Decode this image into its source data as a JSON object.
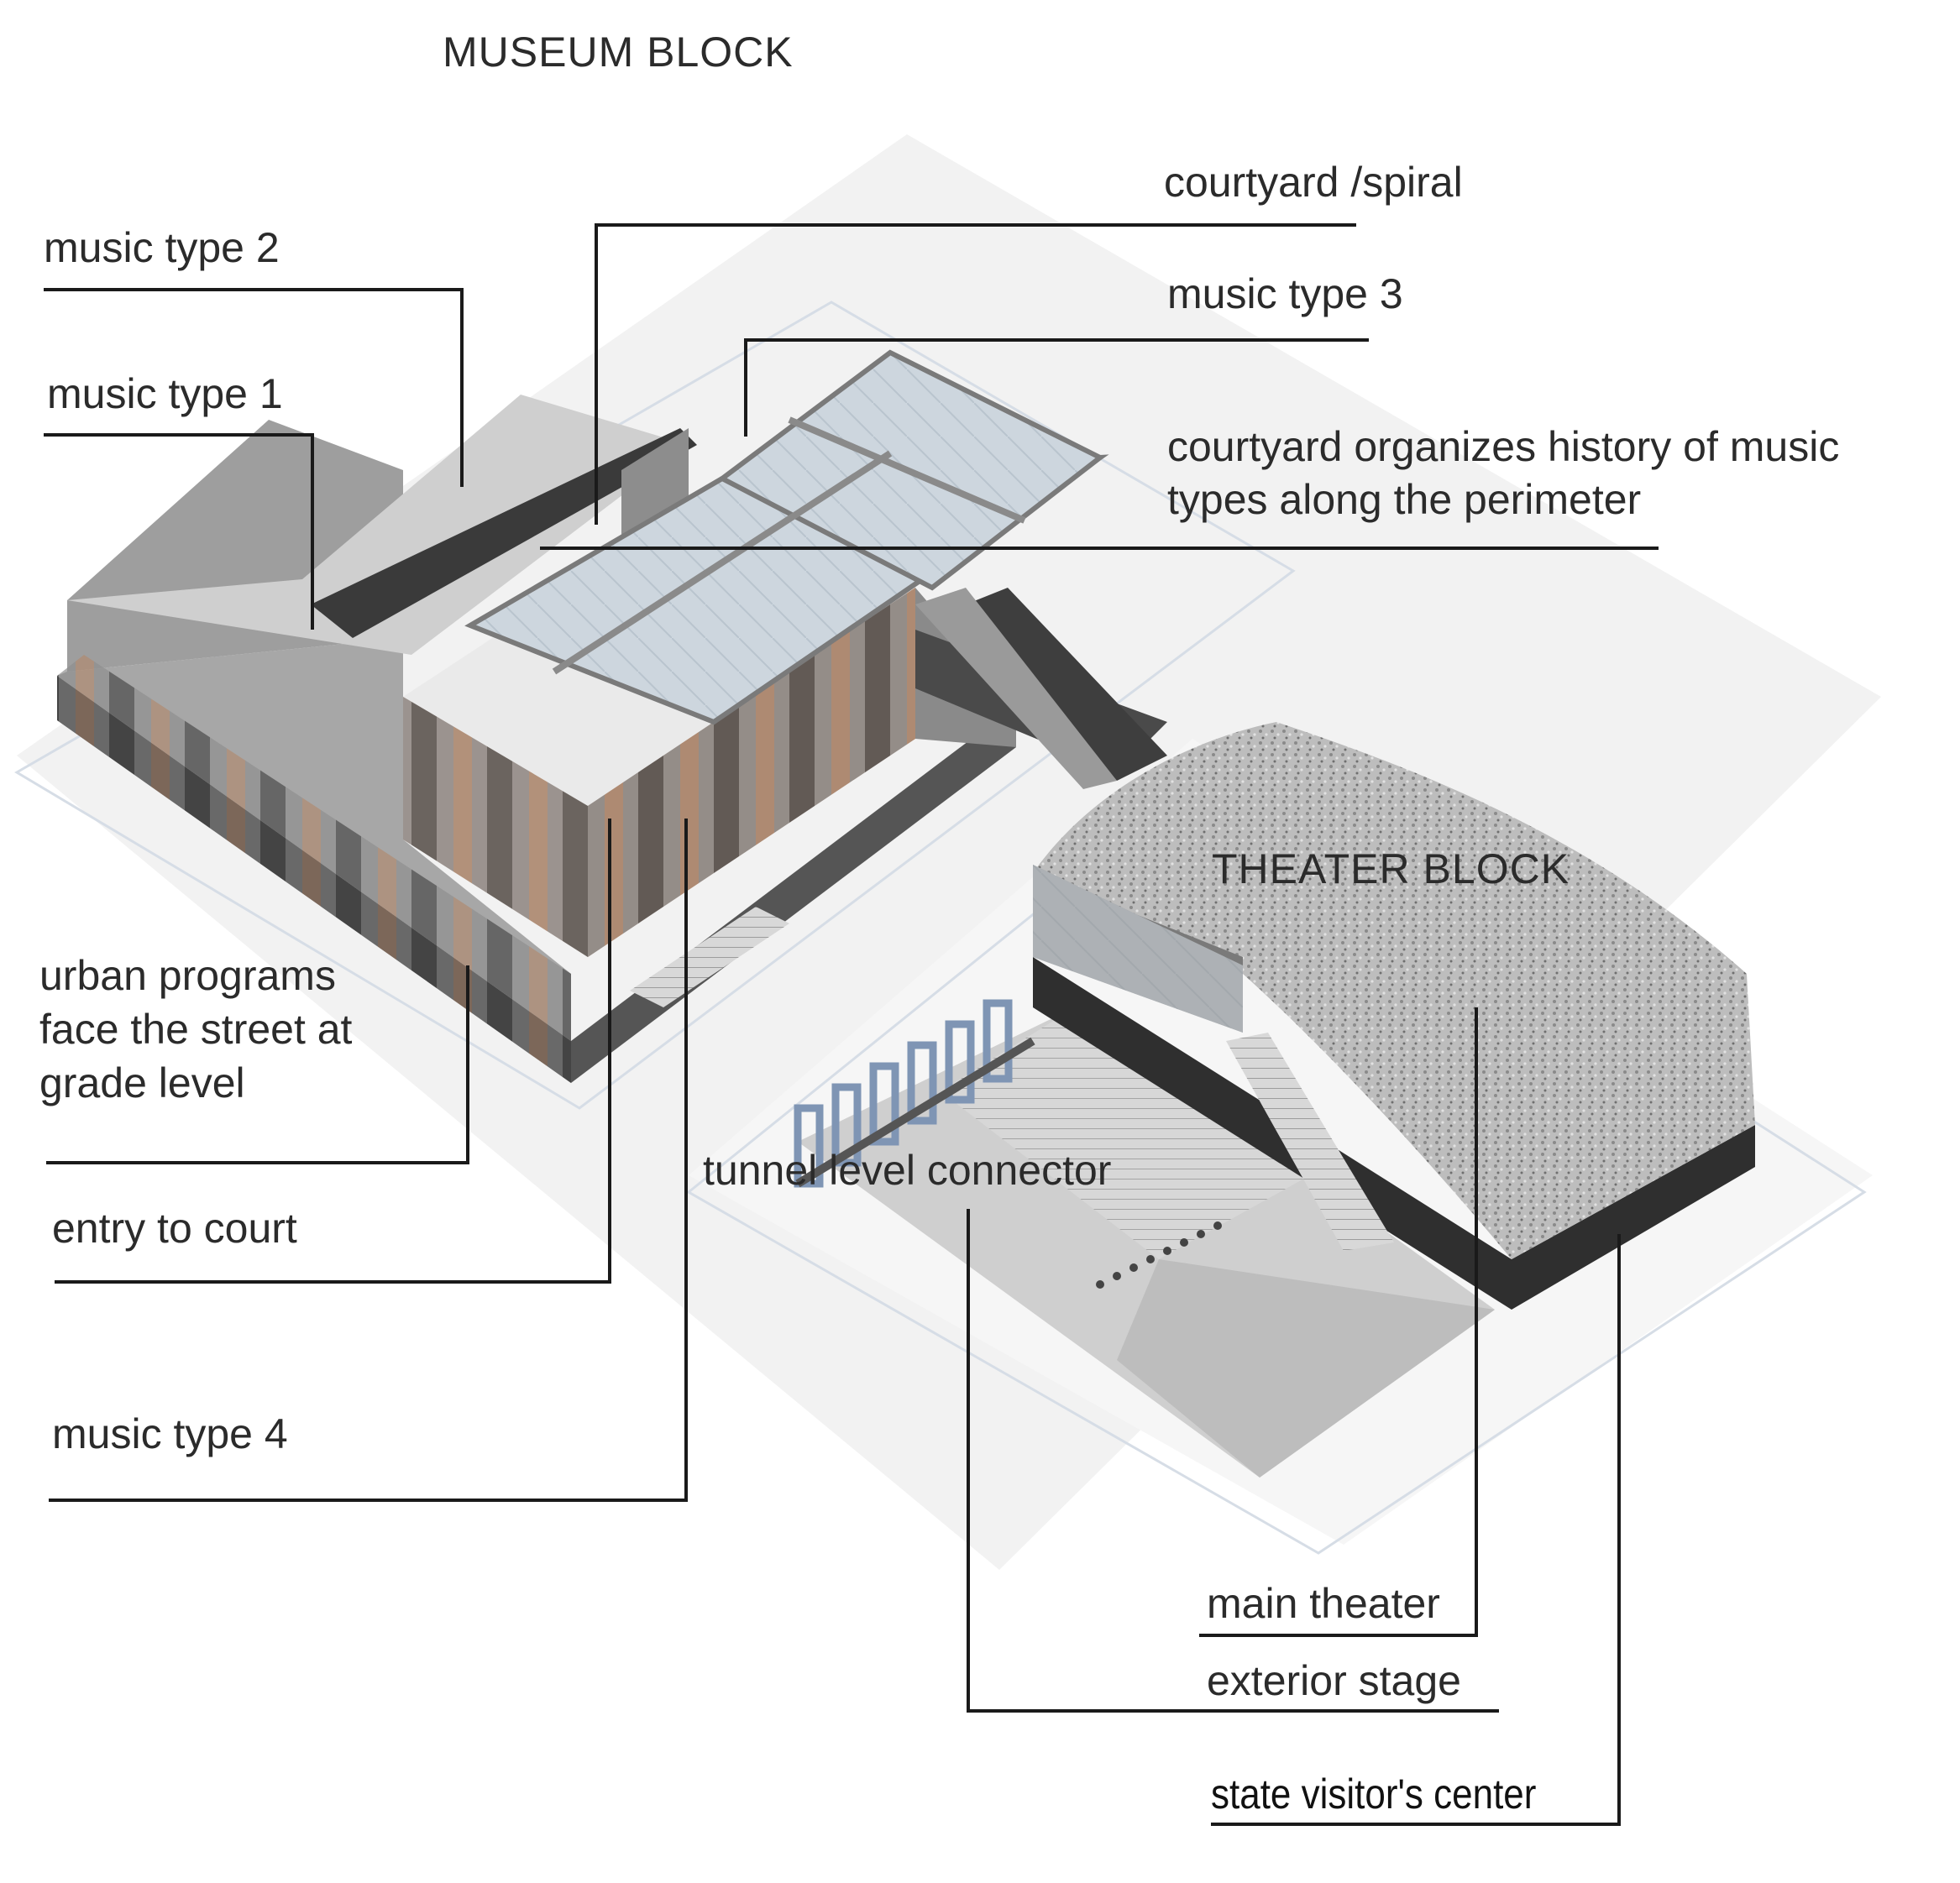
{
  "labels": {
    "museum_block": "MUSEUM BLOCK",
    "theater_block": "THEATER BLOCK",
    "courtyard_spiral": "courtyard /spiral",
    "music_type_2": "music type 2",
    "music_type_3": "music type 3",
    "music_type_1": "music type 1",
    "courtyard_organizes_line1": "courtyard organizes history of music",
    "courtyard_organizes_line2": "types along the perimeter",
    "urban_programs_line1": "urban programs",
    "urban_programs_line2": "face the street at",
    "urban_programs_line3": "grade level",
    "tunnel_level_connector": "tunnel level connector",
    "entry_to_court": "entry to court",
    "music_type_4": "music type 4",
    "main_theater": "main theater",
    "exterior_stage": "exterior stage",
    "state_visitors_center": "state visitor's center"
  },
  "colors": {
    "site_plane": "#f4f4f4",
    "site_outline": "#d6dde6",
    "roof_light": "#e8e8e8",
    "wall_mid": "#9a9a9a",
    "wall_dark": "#3c3c3c",
    "wood_fin": "#b08a70",
    "glass": "#c9d3dc",
    "theater_skin": "#bdbdbd",
    "leader_line": "#1a1a1a"
  }
}
